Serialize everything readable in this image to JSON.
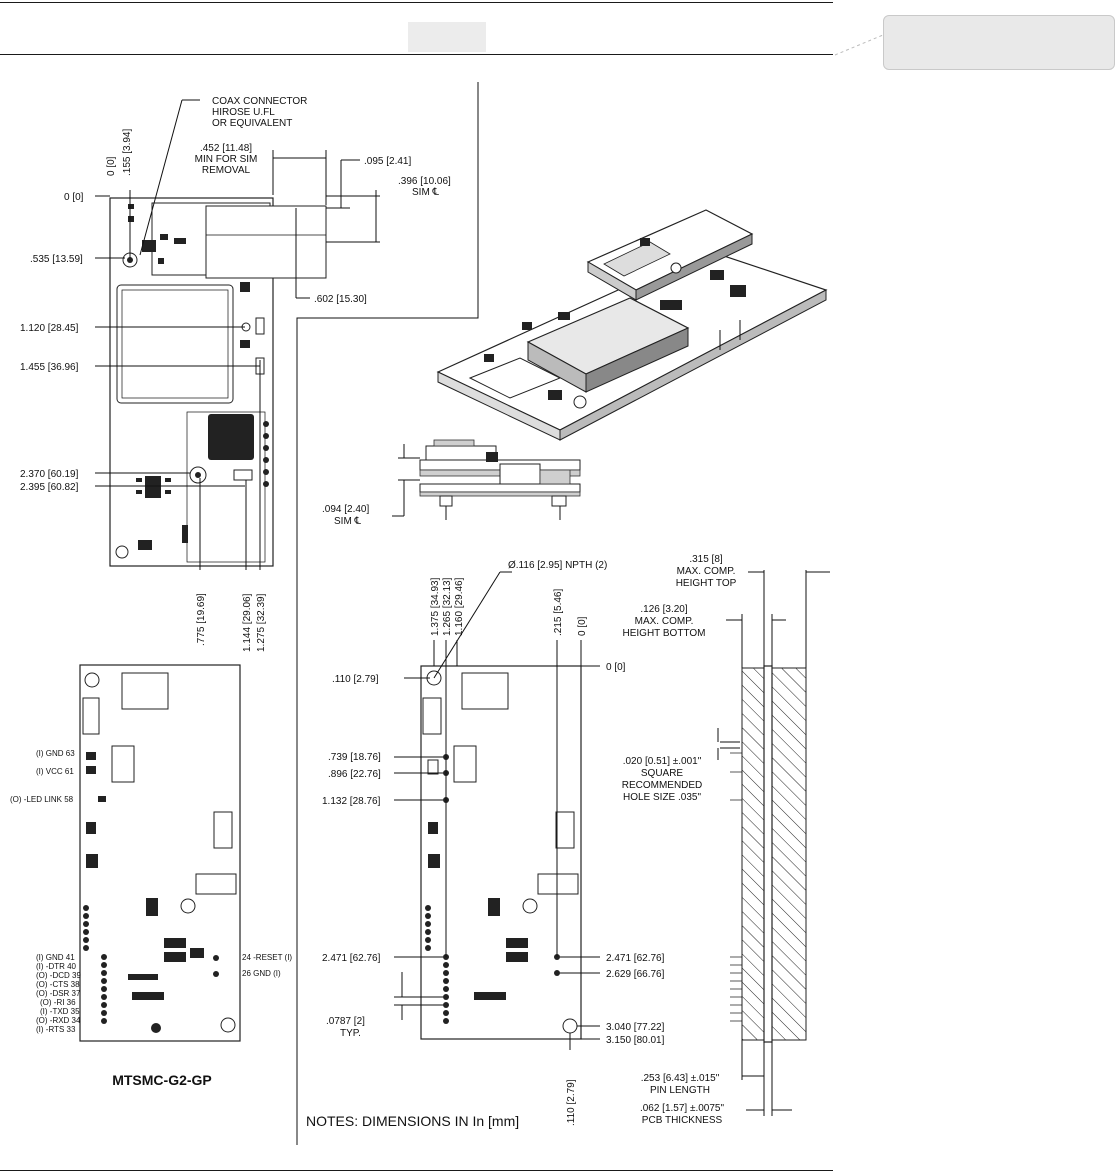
{
  "labels": {
    "coax_line1": "COAX CONNECTOR",
    "coax_line2": "HIROSE U.FL",
    "coax_line3": "OR EQUIVALENT",
    "sim_min_1": ".452 [11.48]",
    "sim_min_2": "MIN FOR SIM",
    "sim_min_3": "REMOVAL",
    "d095": ".095 [2.41]",
    "d396_1": ".396 [10.06]",
    "d396_2": "SIM ℄",
    "d602": ".602 [15.30]",
    "top_zero_v": "0 [0]",
    "top_155_v": ".155 [3.94]",
    "left_zero": "0 [0]",
    "d535": ".535 [13.59]",
    "d1120": "1.120 [28.45]",
    "d1455": "1.455 [36.96]",
    "d2370": "2.370 [60.19]",
    "d2395": "2.395 [60.82]",
    "bot_775": ".775 [19.69]",
    "bot_1144": "1.144 [29.06]",
    "bot_1275": "1.275 [32.39]",
    "d094_1": ".094 [2.40]",
    "d094_2": "SIM ℄",
    "hole_note": "Ø.116 [2.95] NPTH (2)",
    "v1375": "1.375 [34.93]",
    "v1265": "1.265 [32.13]",
    "v1160": "1.160 [29.46]",
    "v215": ".215 [5.46]",
    "v0": "0 [0]",
    "r_zero": "0 [0]",
    "d110": ".110 [2.79]",
    "d739": ".739 [18.76]",
    "d896": ".896 [22.76]",
    "d1132": "1.132 [28.76]",
    "d2471_l": "2.471 [62.76]",
    "d2471_r": "2.471 [62.76]",
    "d2629": "2.629 [66.76]",
    "d0787_1": ".0787 [2]",
    "d0787_2": "TYP.",
    "d3040": "3.040 [77.22]",
    "d3150": "3.150 [80.01]",
    "bot_110": ".110 [2.79]",
    "comp_top_1": ".315 [8]",
    "comp_top_2": "MAX. COMP.",
    "comp_top_3": "HEIGHT TOP",
    "comp_bot_1": ".126 [3.20]",
    "comp_bot_2": "MAX. COMP.",
    "comp_bot_3": "HEIGHT BOTTOM",
    "sq_1": ".020 [0.51] ±.001\"",
    "sq_2": "SQUARE",
    "sq_3": "RECOMMENDED",
    "sq_4": "HOLE SIZE .035\"",
    "pin_1": ".253 [6.43] ±.015\"",
    "pin_2": "PIN LENGTH",
    "pcb_1": ".062 [1.57] ±.0075\"",
    "pcb_2": "PCB THICKNESS",
    "model_title": "MTSMC-G2-GP",
    "notes": "NOTES: DIMENSIONS IN In [mm]"
  },
  "pins_left": [
    "(I) GND  63",
    "(I) VCC  61",
    "(O) -LED LINK  58",
    "(I) GND  41",
    "(I) -DTR  40",
    "(O) -DCD  39",
    "(O) -CTS  38",
    "(O) -DSR  37",
    "(O) -RI  36",
    "(I) -TXD  35",
    "(O) -RXD  34",
    "(I) -RTS  33"
  ],
  "pins_right": [
    "24  -RESET (I)",
    "26  GND (I)"
  ]
}
